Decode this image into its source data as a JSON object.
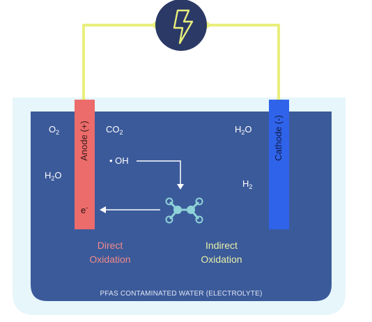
{
  "labels": {
    "anode": "Anode (+)",
    "cathode": "Cathode (-)",
    "o2": "O",
    "o2_sub": "2",
    "co2": "CO",
    "co2_sub": "2",
    "h2o_left": "H",
    "h2o_left_sub": "2",
    "h2o_left_tail": "O",
    "h2o_right": "H",
    "h2o_right_sub": "2",
    "h2o_right_tail": "O",
    "h2": "H",
    "h2_sub": "2",
    "oh_radical": "• OH",
    "electron": "e",
    "electron_sup": "-",
    "direct_line1": "Direct",
    "direct_line2": "Oxidation",
    "indirect_line1": "Indirect",
    "indirect_line2": "Oxidation",
    "electrolyte": "PFAS CONTAMINATED WATER (ELECTROLYTE)"
  },
  "colors": {
    "tank_outer": "#e6f6fb",
    "water": "#3b5a9a",
    "anode": "#ec6b6b",
    "cathode": "#2f63ea",
    "wire": "#e9ef7c",
    "power_source": "#2b3966",
    "lightning": "#e9ef7c",
    "molecule": "#8fd3d8",
    "direct_text": "#f08a8a",
    "indirect_text": "#e8f0a8"
  },
  "icons": {
    "power": "lightning-bolt-icon",
    "molecule": "pfas-molecule-icon"
  }
}
